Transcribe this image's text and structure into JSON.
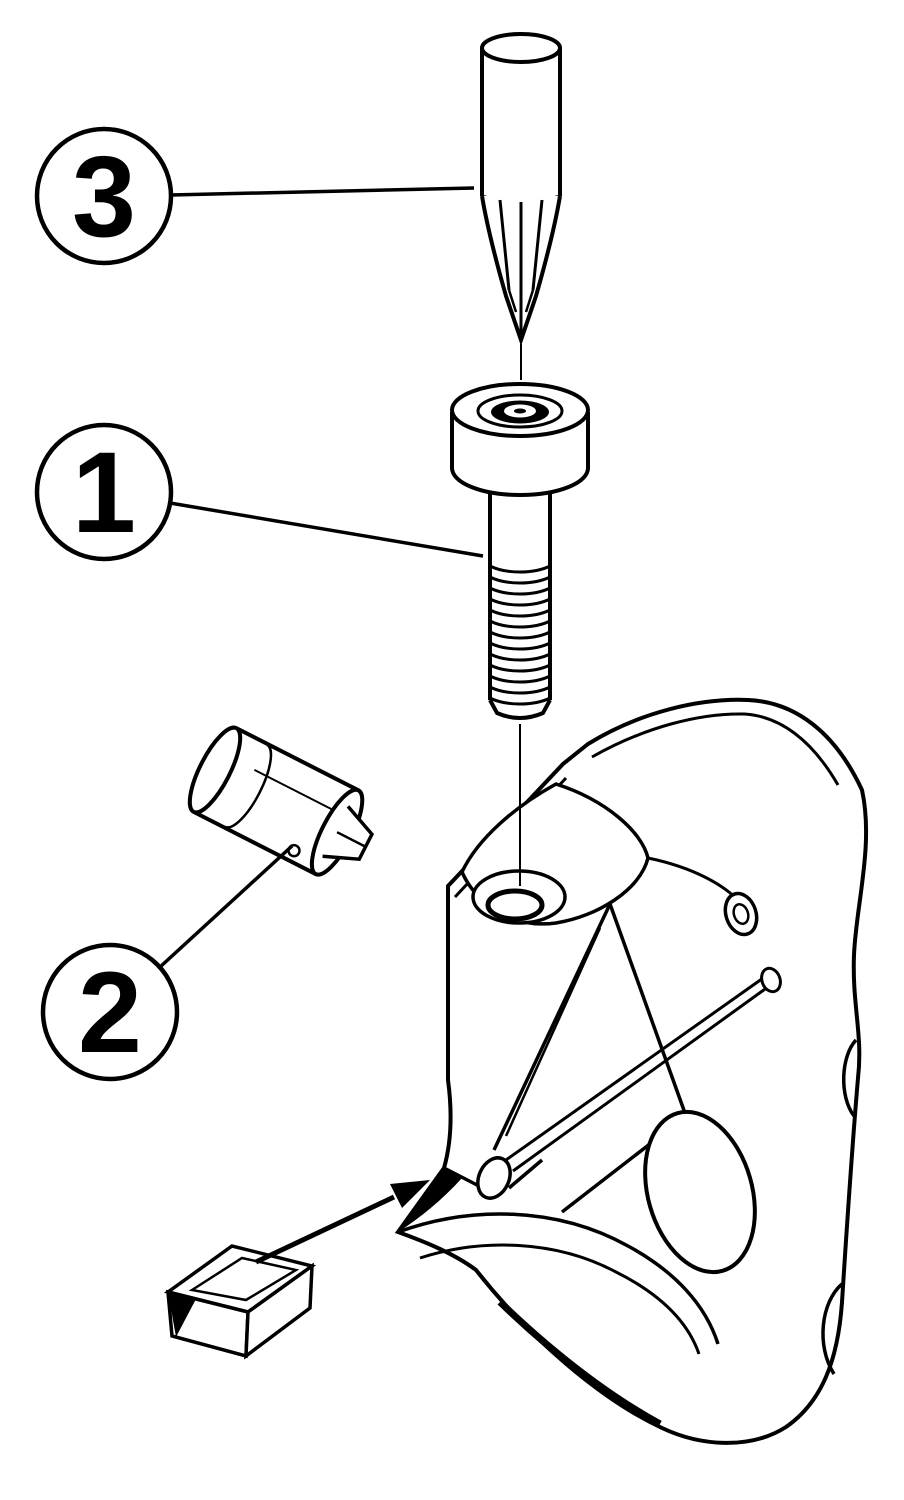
{
  "diagram": {
    "colors": {
      "background": "#ffffff",
      "line": "#000000"
    },
    "callouts": [
      {
        "label": "3",
        "target": "torx-screwdriver-bit"
      },
      {
        "label": "1",
        "target": "clamp-screw"
      },
      {
        "label": "2",
        "target": "cartridge-pin"
      }
    ]
  }
}
